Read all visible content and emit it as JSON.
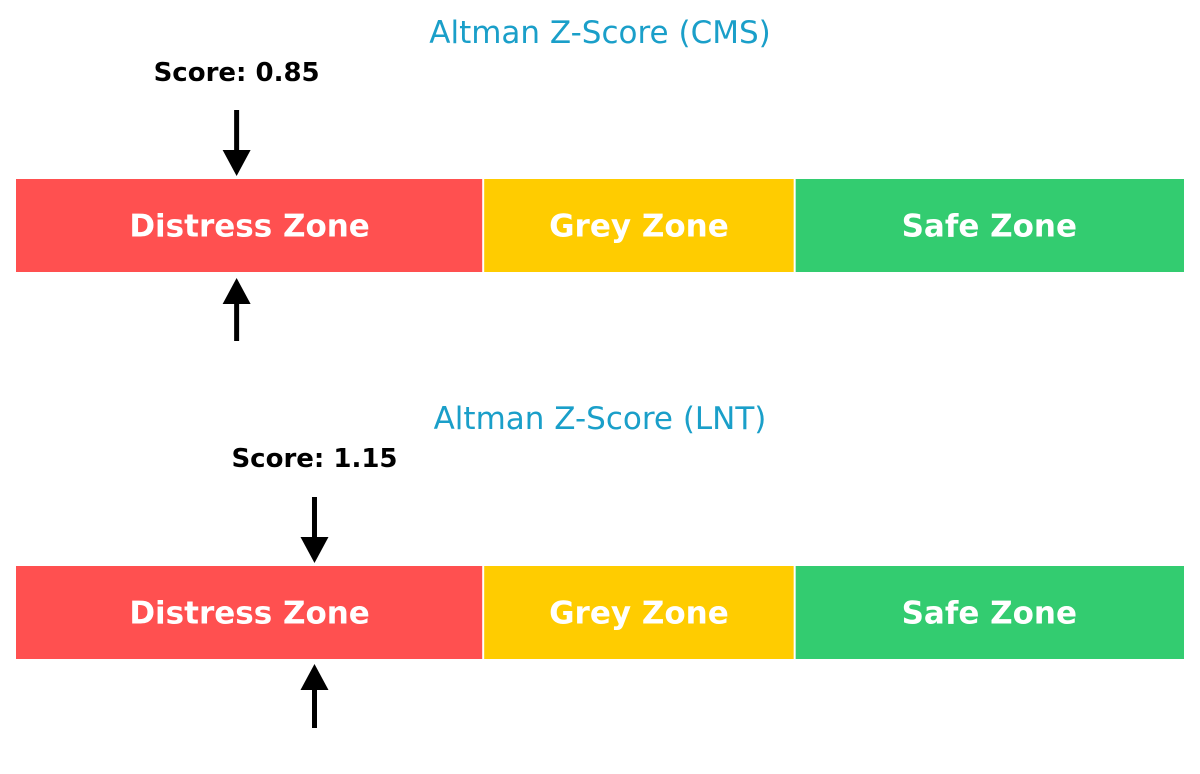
{
  "chart_data": [
    {
      "type": "gauge",
      "title": "Altman Z-Score (CMS)",
      "score": 0.85,
      "score_label": "Score: 0.85",
      "scale": [
        0,
        4.5
      ],
      "zones": [
        {
          "name": "Distress Zone",
          "from": 0,
          "to": 1.8,
          "color": "#ff5050"
        },
        {
          "name": "Grey Zone",
          "from": 1.8,
          "to": 3.0,
          "color": "#ffcc00"
        },
        {
          "name": "Safe Zone",
          "from": 3.0,
          "to": 4.5,
          "color": "#33cc70"
        }
      ]
    },
    {
      "type": "gauge",
      "title": "Altman Z-Score (LNT)",
      "score": 1.15,
      "score_label": "Score: 1.15",
      "scale": [
        0,
        4.5
      ],
      "zones": [
        {
          "name": "Distress Zone",
          "from": 0,
          "to": 1.8,
          "color": "#ff5050"
        },
        {
          "name": "Grey Zone",
          "from": 1.8,
          "to": 3.0,
          "color": "#ffcc00"
        },
        {
          "name": "Safe Zone",
          "from": 3.0,
          "to": 4.5,
          "color": "#33cc70"
        }
      ]
    }
  ],
  "colors": {
    "title": "#1a9fc9",
    "arrow": "#000000",
    "zone_text": "#ffffff"
  }
}
